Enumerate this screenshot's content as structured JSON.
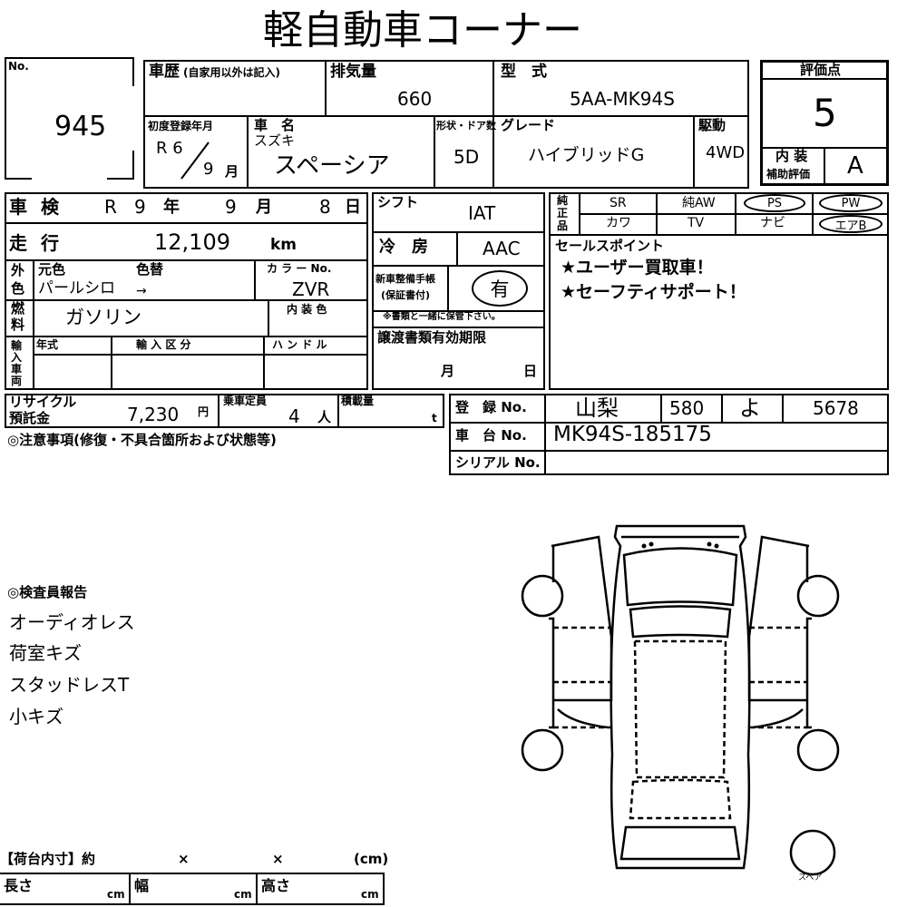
{
  "title": "軽自動車コーナー",
  "lot": {
    "label": "No.",
    "value": "945"
  },
  "history": {
    "label": "車歴",
    "note": "(自家用以外は記入)"
  },
  "displacement": {
    "label": "排気量",
    "value": "660"
  },
  "model": {
    "label": "型　式",
    "value": "5AA-MK94S"
  },
  "first_reg": {
    "label": "初度登録年月",
    "era": "R 6",
    "month": "9",
    "month_unit": "月"
  },
  "car_name": {
    "label": "車　名",
    "maker": "スズキ",
    "name": "スペーシア"
  },
  "doors": {
    "label": "形状・ドア数",
    "value": "5D"
  },
  "grade": {
    "label": "グレード",
    "value": "ハイブリッドG"
  },
  "drive": {
    "label": "駆動",
    "value": "4WD"
  },
  "rating": {
    "label": "評価点",
    "value": "5",
    "interior_label": "内 装",
    "aux_label": "補助評価",
    "interior_value": "A"
  },
  "inspection": {
    "label": "車 検",
    "era": "R",
    "year": "9",
    "year_unit": "年",
    "month": "9",
    "month_unit": "月",
    "day": "8",
    "day_unit": "日"
  },
  "mileage": {
    "label": "走 行",
    "value": "12,109",
    "unit": "km"
  },
  "exterior": {
    "label_top": "外",
    "label_bottom": "色",
    "orig_label": "元色",
    "repaint_label": "色替",
    "value": "パールシロ",
    "arrow": "→",
    "color_no_label": "カ ラ ー No.",
    "color_no": "ZVR"
  },
  "fuel": {
    "label_top": "燃",
    "label_bottom": "料",
    "value": "ガソリン",
    "interior_color_label": "内 装 色"
  },
  "import": {
    "label": "輸入車両",
    "year_label": "年式",
    "class_label": "輸 入 区 分",
    "handle_label": "ハ ン ド ル"
  },
  "shift": {
    "label": "シフト",
    "value": "IAT"
  },
  "ac": {
    "label": "冷　房",
    "value": "AAC"
  },
  "manual": {
    "label_top": "新車整備手帳",
    "label_bottom": "(保証書付)",
    "value": "有",
    "note": "※書類と一緒に保管下さい。"
  },
  "transfer": {
    "label": "譲渡書類有効期限",
    "month_unit": "月",
    "day_unit": "日"
  },
  "genuine": {
    "label": "純正品",
    "items": [
      "SR",
      "純AW",
      "PS",
      "PW",
      "カワ",
      "TV",
      "ナビ",
      "エアB"
    ]
  },
  "sales_point": {
    "label": "セールスポイント",
    "lines": [
      "★ユーザー買取車！",
      "★セーフティサポート！"
    ]
  },
  "recycle": {
    "label_top": "リサイクル",
    "label_bottom": "預託金",
    "value": "7,230",
    "unit": "円"
  },
  "capacity": {
    "label": "乗車定員",
    "value": "4",
    "unit": "人"
  },
  "load": {
    "label": "積載量",
    "unit": "t"
  },
  "registration": {
    "label": "登　録 No.",
    "region": "山梨",
    "class_no": "580",
    "kana": "よ",
    "number": "5678"
  },
  "chassis": {
    "label": "車　台 No.",
    "value": "MK94S-185175"
  },
  "serial": {
    "label": "シリアル No."
  },
  "notes": {
    "label": "◎注意事項(修復・不具合箇所および状態等)"
  },
  "inspector": {
    "label": "◎検査員報告",
    "lines": [
      "オーディオレス",
      "荷室キズ",
      "スタッドレスT",
      "小キズ"
    ]
  },
  "cargo": {
    "label": "【荷台内寸】約",
    "x1": "×",
    "x2": "×",
    "unit_total": "(cm)",
    "length_label": "長さ",
    "width_label": "幅",
    "height_label": "高さ",
    "unit": "cm"
  },
  "diagram": {
    "spare_label": "スペア"
  }
}
